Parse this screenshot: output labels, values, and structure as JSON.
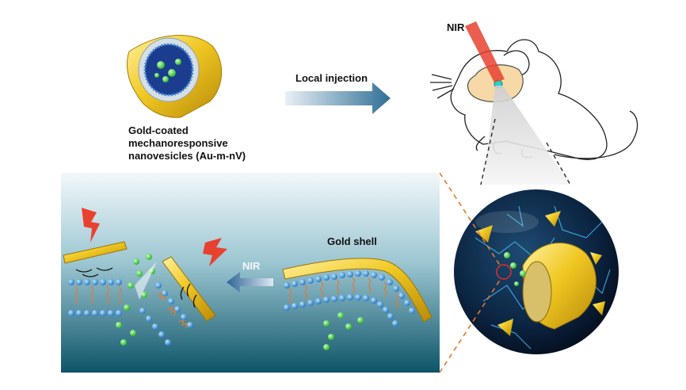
{
  "labels": {
    "nanovesicle_line1": "Gold-coated",
    "nanovesicle_line2": "mechanoresponsive",
    "nanovesicle_line3": "nanovesicles (Au-m-nV)",
    "injection": "Local injection",
    "nir_mouse": "NIR",
    "gold_shell": "Gold shell",
    "nir_panel": "NIR"
  },
  "colors": {
    "gold": "#e8c21e",
    "gold_dark": "#b8930a",
    "lipid_head": "#2e8fd8",
    "lipid_tail": "#e07a3a",
    "cargo": "#3ccf3c",
    "laser": "#e23a2a",
    "panel_top": "#eef6f8",
    "panel_bottom": "#0f5a6e",
    "sphere": "#0d2742",
    "neuron": "#3fb3e8",
    "dash_orange": "#e0782a"
  },
  "icons": [
    "lightning-icon",
    "arrow-right-icon",
    "arrow-left-icon",
    "laser-beam-icon"
  ]
}
